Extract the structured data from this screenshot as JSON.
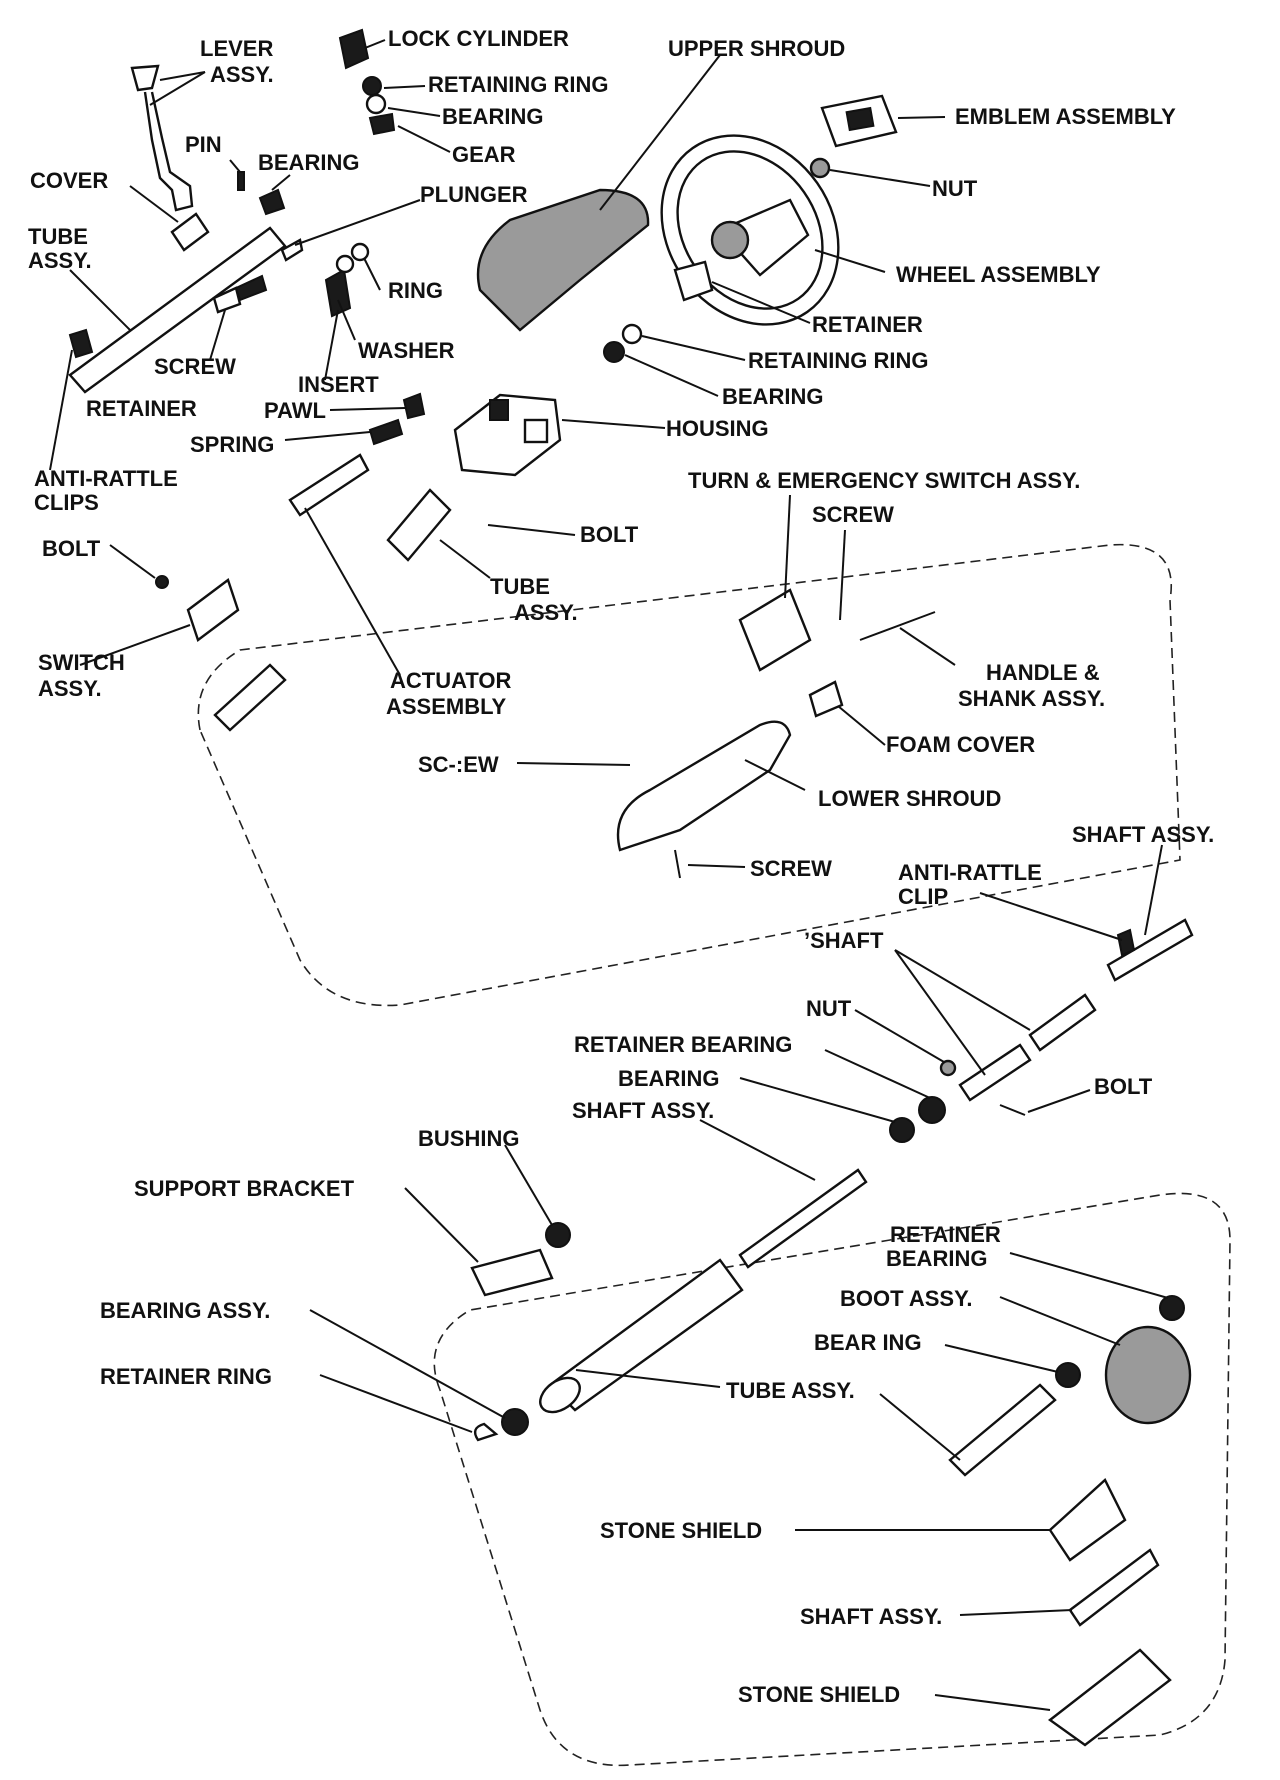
{
  "labels": {
    "lever_assy": "LEVER\nASSY.",
    "lock_cylinder": "LOCK CYLINDER",
    "upper_shroud": "UPPER SHROUD",
    "retaining_ring_top": "RETAINING RING",
    "bearing_top": "BEARING",
    "gear": "GEAR",
    "emblem_assembly": "EMBLEM ASSEMBLY",
    "pin": "PIN",
    "bearing_left": "BEARING",
    "cover": "COVER",
    "plunger": "PLUNGER",
    "nut_top": "NUT",
    "tube_assy_left": "TUBE\nASSY.",
    "ring": "RING",
    "wheel_assembly": "WHEEL ASSEMBLY",
    "retainer_right": "RETAINER",
    "washer": "WASHER",
    "screw_left": "SCREW",
    "insert": "INSERT",
    "retaining_ring_mid": "RETAINING RING",
    "retainer_left": "RETAINER",
    "pawl": "PAWL",
    "bearing_mid": "BEARING",
    "spring": "SPRING",
    "housing": "HOUSING",
    "anti_rattle_clips": "ANTI-RATTLE\nCLIPS",
    "turn_emergency_switch": "TURN & EMERGENCY SWITCH ASSY.",
    "screw_right": "SCREW",
    "bolt_mid": "BOLT",
    "bolt_left": "BOLT",
    "tube_assy_mid": "TUBE\nASSY.",
    "handle_shank": "HANDLE &\nSHANK ASSY.",
    "switch_assy": "SWITCH\nASSY.",
    "actuator_assembly": "ACTUATOR\nASSEMBLY",
    "foam_cover": "FOAM COVER",
    "screw_mid": "SC‐:EW",
    "lower_shroud": "LOWER SHROUD",
    "shaft_assy_right": "SHAFT ASSY.",
    "screw_lower": "SCREW",
    "anti_rattle_clip": "ANTI-RATTLE\nCLIP",
    "shaft": "ʼSHAFT",
    "nut_mid": "NUT",
    "retainer_bearing_mid": "RETAINER BEARING",
    "bearing_lower": "BEARING",
    "bolt_right": "BOLT",
    "shaft_assy_mid": "SHAFT ASSY.",
    "bushing": "BUSHING",
    "support_bracket": "SUPPORT BRACKET",
    "retainer_bearing_low": "RETAINER\nBEARING",
    "boot_assy": "BOOT ASSY.",
    "bearing_assy": "BEARING ASSY.",
    "bearing_low": "BEAR ING",
    "retainer_ring": "RETAINER RING",
    "tube_assy_low": "TUBE ASSY.",
    "stone_shield_1": "STONE SHIELD",
    "shaft_assy_low": "SHAFT ASSY.",
    "stone_shield_2": "STONE SHIELD"
  }
}
